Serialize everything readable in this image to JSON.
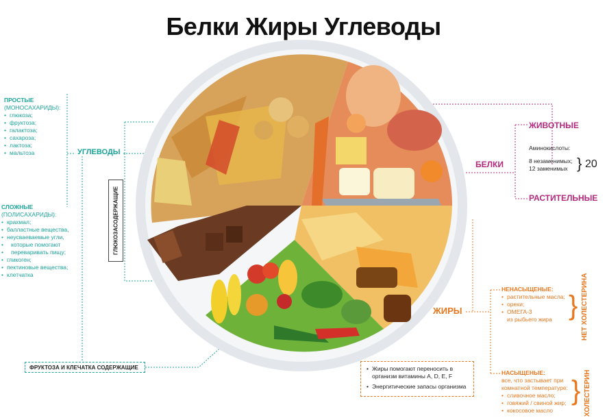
{
  "title": "Белки Жиры Углеводы",
  "carbs": {
    "label": "УГЛЕВОДЫ",
    "simple_title": "ПРОСТЫЕ",
    "simple_sub": "(МОНОСАХАРИДЫ):",
    "simple_items": [
      "глюкоза;",
      "фруктоза;",
      "галактоза;",
      "сахароза;",
      "лактоза;",
      "мальтоза"
    ],
    "complex_title": "СЛОЖНЫЕ",
    "complex_sub": "(ПОЛИСАХАРИДЫ):",
    "complex_items": [
      "крахмал;",
      "балластные вещества,",
      "неусваеваемые угли,",
      "которые помогают",
      "переваривать пищу;",
      "гликоген;",
      "пектиновые вещества;",
      "клетчатка"
    ],
    "glucose_box": "ГЛЮКОЗАСОДЕРЖАЩИЕ",
    "fructose_box": "ФРУКТОЗА И КЛЕЧАТКА СОДЕРЖАЩИЕ"
  },
  "proteins": {
    "label": "БЕЛКИ",
    "animal": "ЖИВОТНЫЕ",
    "plant": "РАСТИТЕЛЬНЫЕ",
    "amino_title": "Аминокислоты:",
    "essential": "8 незаменимых;",
    "nonessential": "12 заменимых",
    "total": "20"
  },
  "fats": {
    "label": "ЖИРЫ",
    "unsaturated_title": "НЕНАСЫЩЕНЫЕ:",
    "unsaturated_items": [
      "растительные масла;",
      "орехи;",
      "ОМЕГА-3"
    ],
    "unsaturated_extra": "из рыбьего жира",
    "no_cholesterol": "НЕТ ХОЛЕСТЕРИНА",
    "saturated_title": "НАСЫЩЕНЫЕ:",
    "saturated_desc1": "все, что застывает при",
    "saturated_desc2": "комнатной температуре:",
    "saturated_items": [
      "сливочное масло;",
      "говяжий / свиной жир;",
      "кокосовое масло"
    ],
    "cholesterol": "ХОЛЕСТЕРИН",
    "note_items": [
      "Жиры помогают переносить в организм витамины A, D, E, F",
      "Энергитические запасы организма"
    ]
  },
  "colors": {
    "teal": "#1aa39a",
    "purple": "#b02a7e",
    "orange": "#e8771e"
  }
}
